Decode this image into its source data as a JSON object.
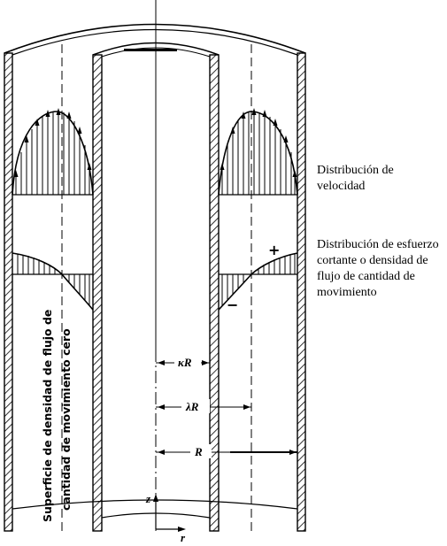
{
  "labels": {
    "velocity_distribution": "Distribución de velocidad",
    "shear_distribution": "Distribución de esfuerzo cortante o densidad de flujo de cantidad de movimiento"
  },
  "surface_label": {
    "line1": "Superficie de densidad de flujo de",
    "line2": "cantidad de movimiento cero"
  },
  "dimensions": {
    "kappa_r": "κR",
    "lambda_r": "λR",
    "r": "R"
  },
  "axes": {
    "z": "z",
    "r": "r"
  },
  "signs": {
    "plus": "+",
    "minus": "−"
  }
}
